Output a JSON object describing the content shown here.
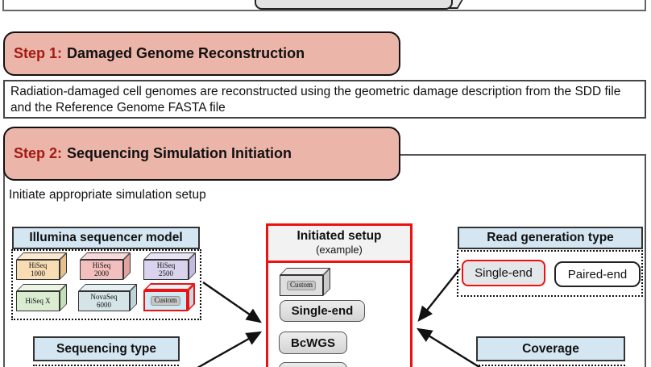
{
  "colors": {
    "step_header_bg": "#ECB5AA",
    "step_number_red": "#A21B12",
    "section_header_bg": "#D5E6F3",
    "selection_red": "#EE1111"
  },
  "step1": {
    "label": "Step 1:",
    "title": "Damaged Genome Reconstruction",
    "description": "Radiation-damaged cell genomes are reconstructed using the geometric damage description from the SDD file and the Reference Genome FASTA file"
  },
  "step2": {
    "label": "Step 2:",
    "title": "Sequencing Simulation Initiation",
    "intro": "Initiate appropriate simulation setup"
  },
  "illumina": {
    "header": "Illumina sequencer model",
    "models": [
      {
        "label": "HiSeq 1000",
        "front": "#F7DCB4",
        "top": "#FAE9CF",
        "side": "#E6C18C"
      },
      {
        "label": "HiSeq 2000",
        "front": "#F3BEBE",
        "top": "#F8D8D8",
        "side": "#E2A2A2"
      },
      {
        "label": "HiSeq 2500",
        "front": "#DAD3ED",
        "top": "#E9E4F5",
        "side": "#C4BAE0"
      },
      {
        "label": "HiSeq X",
        "front": "#DBEDD1",
        "top": "#EAF5E3",
        "side": "#C5DFB6"
      },
      {
        "label": "NovaSeq 6000",
        "front": "#D5E4E7",
        "top": "#E5F0F2",
        "side": "#BFD4D8"
      },
      {
        "label": "Custom",
        "front": "#CFEAF2",
        "top": "#E2F3F8",
        "side": "#BBDFE9",
        "border": "#EE1111"
      }
    ]
  },
  "sequencing_type": {
    "header": "Sequencing type"
  },
  "initiated_setup": {
    "header": "Initiated setup",
    "subheader": "(example)",
    "model_item": "Custom",
    "model_colors": {
      "front": "#DFDFDF",
      "top": "#EFEFEF",
      "side": "#C9C9C9"
    },
    "items": [
      "Single-end",
      "BcWGS"
    ]
  },
  "read_generation": {
    "header": "Read generation type",
    "options": [
      {
        "label": "Single-end",
        "selected": true
      },
      {
        "label": "Paired-end",
        "selected": false
      }
    ]
  },
  "coverage": {
    "header": "Coverage"
  }
}
